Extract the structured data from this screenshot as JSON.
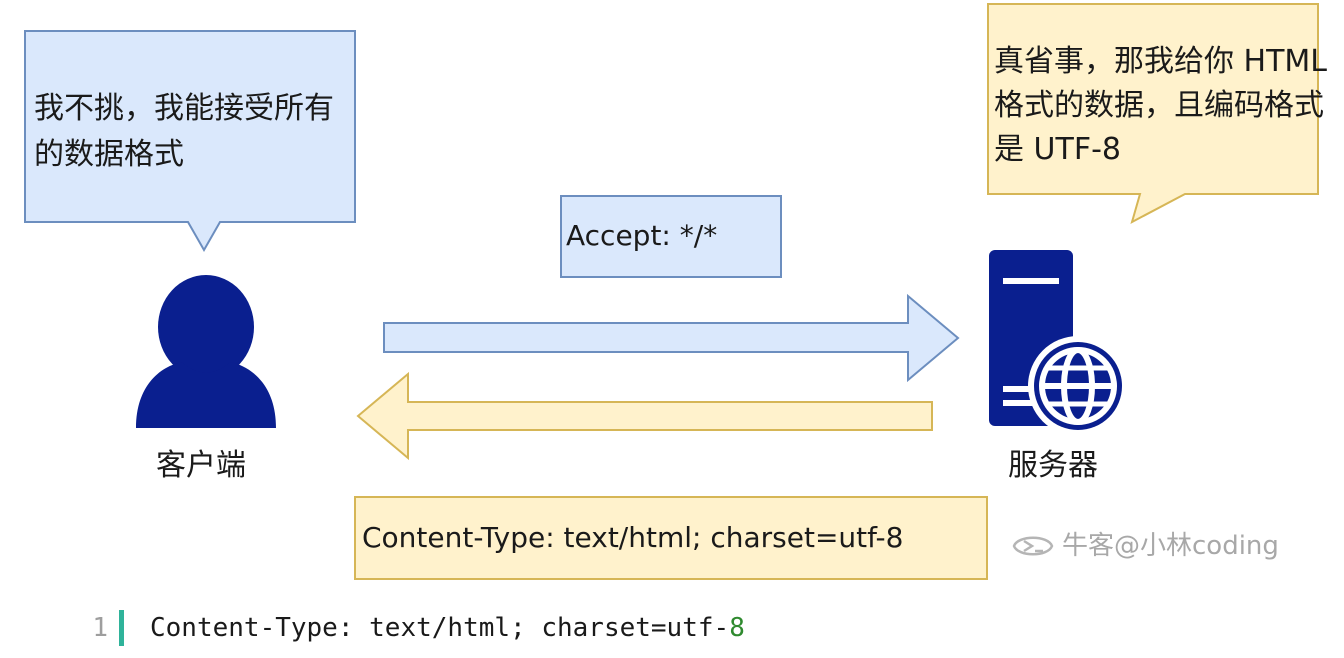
{
  "client": {
    "bubble_text": "我不挑，我能接受所有的数据格式",
    "label": "客户端"
  },
  "server": {
    "bubble_text": "真省事，那我给你 HTML 格式的数据，且编码格式是 UTF-8",
    "label": "服务器"
  },
  "request": {
    "header_text": "Accept: */*"
  },
  "response": {
    "header_text": "Content-Type: text/html; charset=utf-8"
  },
  "watermark": {
    "text": "牛客@小林coding"
  },
  "code_block": {
    "line_number": "1",
    "code_text": "Content-Type: text/html; charset=utf-",
    "code_number": "8"
  },
  "colors": {
    "blue_fill": "#dae8fc",
    "blue_stroke": "#6c8ebf",
    "yellow_fill": "#fff2cc",
    "yellow_stroke": "#d6b656",
    "icon_navy": "#0a1f8f",
    "code_bar": "#2fb39a"
  }
}
